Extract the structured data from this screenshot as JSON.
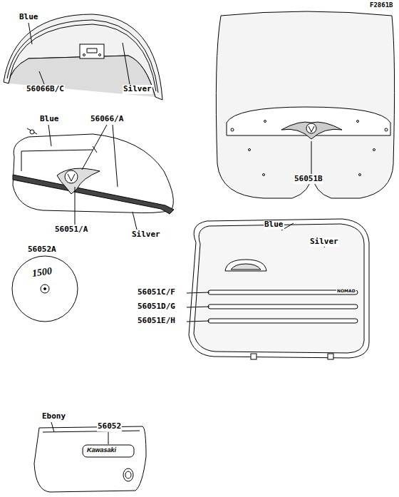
{
  "diagram": {
    "labels": [
      "F2861B",
      "Blue",
      "56066B/C",
      "Silver",
      "Blue",
      "56066/A",
      "56051/A",
      "Silver",
      "56051B",
      "56052A",
      "1500",
      "Blue",
      "Silver",
      "56051C/F",
      "NOMAD",
      "56051D/G",
      "56051E/H",
      "Ebony",
      "56052",
      "Kawasaki"
    ]
  }
}
